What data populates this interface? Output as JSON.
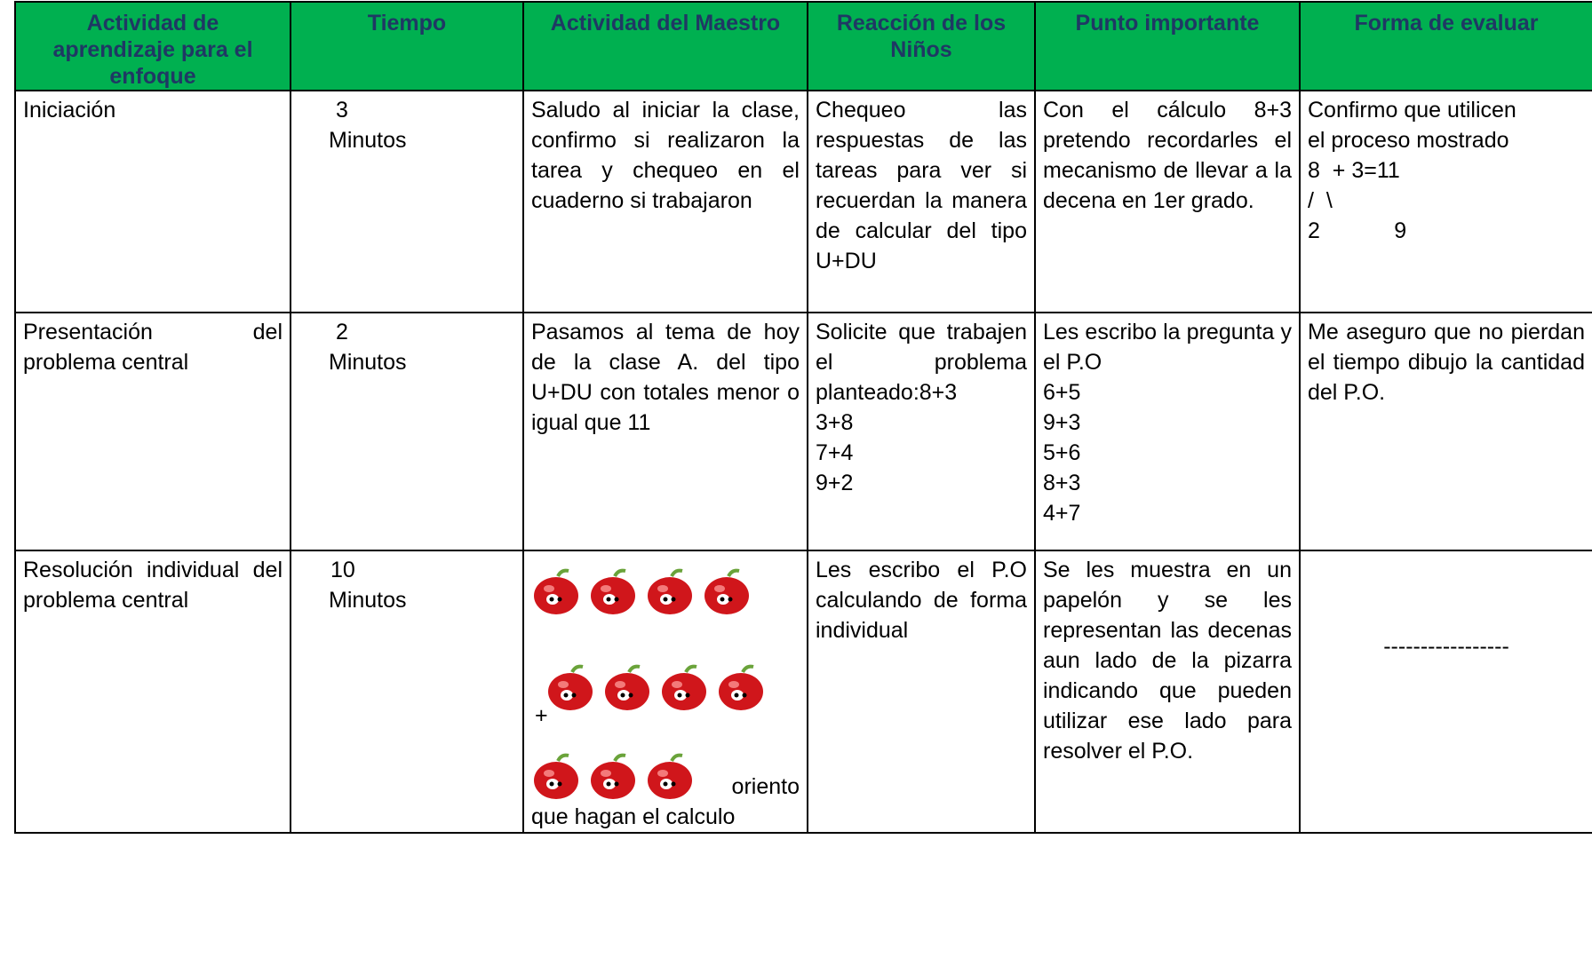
{
  "table": {
    "headers": [
      "Actividad de aprendizaje para el enfoque",
      "Tiempo",
      "Actividad del Maestro",
      "Reacción de los Niños",
      "Punto importante",
      "Forma de  evaluar"
    ],
    "rows": [
      {
        "actividad": "Iniciación",
        "tiempo_num": "3",
        "tiempo_unit": "Minutos",
        "maestro": "Saludo al iniciar la clase, confirmo si realizaron la tarea y chequeo en el cuaderno si trabajaron",
        "ninos": "Chequeo las respuestas de las tareas para ver si recuerdan la manera de calcular del tipo U+DU",
        "punto": "Con el cálculo 8+3 pretendo recordarles el mecanismo de llevar a la decena en 1er grado.",
        "evaluar_lines": [
          "Confirmo que utilicen",
          "el proceso mostrado",
          "8  + 3=11",
          "/  \\",
          "2            9"
        ]
      },
      {
        "actividad": "Presentación del problema central",
        "tiempo_num": "2",
        "tiempo_unit": "Minutos",
        "maestro": "Pasamos al tema de hoy de la clase A. del tipo U+DU con totales menor o igual que 11",
        "ninos_text": "Solicite que trabajen el problema planteado:8+3",
        "ninos_lines": [
          "3+8",
          "7+4",
          "9+2"
        ],
        "punto_text": "Les escribo la pregunta y el P.O",
        "punto_lines": [
          "6+5",
          "9+3",
          "5+6",
          "8+3",
          "4+7"
        ],
        "evaluar": "Me aseguro que no pierdan el tiempo dibujo la cantidad del P.O."
      },
      {
        "actividad": "Resolución individual del problema central",
        "tiempo_num": "10",
        "tiempo_unit": "Minutos",
        "maestro_plus": "+",
        "maestro_tail": "oriento",
        "maestro_last": "que hagan el calculo",
        "ninos": "Les escribo el P.O calculando de forma individual",
        "punto": "Se les muestra en un papelón y se les representan las decenas aun lado de la pizarra indicando que pueden utilizar ese lado para resolver el P.O.",
        "evaluar": "-----------------"
      }
    ]
  },
  "colors": {
    "header_bg": "#00b050",
    "header_text": "#1f3864",
    "apple": "#d0161b"
  },
  "icons": {
    "apple": "apple-icon"
  }
}
